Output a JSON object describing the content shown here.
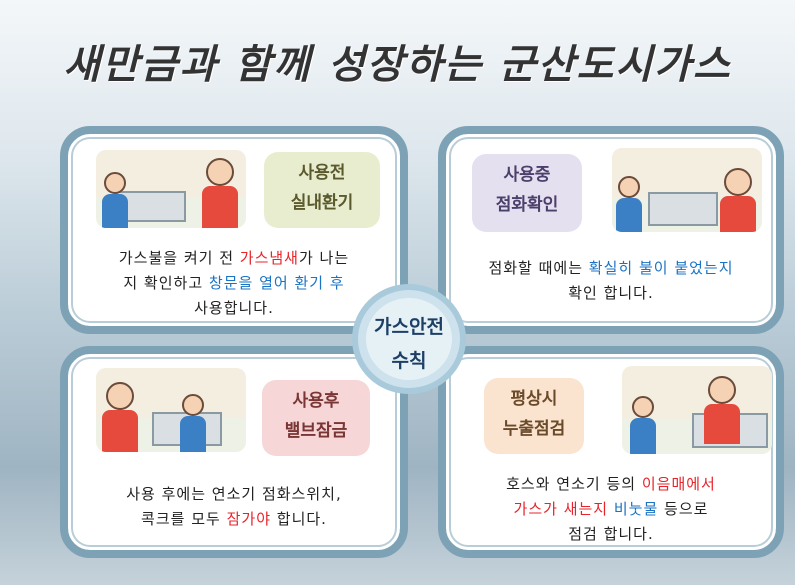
{
  "title": "새만금과 함께 성장하는 군산도시가스",
  "center": {
    "line1": "가스안전",
    "line2": "수칙"
  },
  "cards": [
    {
      "label": [
        "사용전",
        "실내환기"
      ],
      "label_bg": "#e9edd0",
      "label_color": "#5b5a2c",
      "lines": [
        [
          {
            "t": "가스불을 켜기 전 ",
            "c": ""
          },
          {
            "t": "가스냄새",
            "c": "red"
          },
          {
            "t": "가 나는",
            "c": ""
          }
        ],
        [
          {
            "t": "지 확인하고 ",
            "c": ""
          },
          {
            "t": "창문을 열어 환기 후",
            "c": "blue"
          }
        ],
        [
          {
            "t": "사용합니다.",
            "c": ""
          }
        ]
      ]
    },
    {
      "label": [
        "사용중",
        "점화확인"
      ],
      "label_bg": "#e5e0f0",
      "label_color": "#4b3f6b",
      "lines": [
        [
          {
            "t": "점화할 때에는 ",
            "c": ""
          },
          {
            "t": "확실히 불이 붙었는지",
            "c": "blue"
          }
        ],
        [
          {
            "t": "확인 합니다.",
            "c": ""
          }
        ]
      ]
    },
    {
      "label": [
        "사용후",
        "밸브잠금"
      ],
      "label_bg": "#f6d6d6",
      "label_color": "#7a3535",
      "lines": [
        [
          {
            "t": "사용 후에는 연소기 점화스위치,",
            "c": ""
          }
        ],
        [
          {
            "t": "콕크를 모두 ",
            "c": ""
          },
          {
            "t": "잠가야",
            "c": "red"
          },
          {
            "t": " 합니다.",
            "c": ""
          }
        ]
      ]
    },
    {
      "label": [
        "평상시",
        "누출점검"
      ],
      "label_bg": "#fbe4cf",
      "label_color": "#6b4a2a",
      "lines": [
        [
          {
            "t": "호스와 연소기 등의 ",
            "c": ""
          },
          {
            "t": "이음매에서",
            "c": "red"
          }
        ],
        [
          {
            "t": "가스가 새는지 ",
            "c": "red"
          },
          {
            "t": "비눗물",
            "c": "blue"
          },
          {
            "t": " 등으로",
            "c": ""
          }
        ],
        [
          {
            "t": "점검 합니다.",
            "c": ""
          }
        ]
      ]
    }
  ]
}
